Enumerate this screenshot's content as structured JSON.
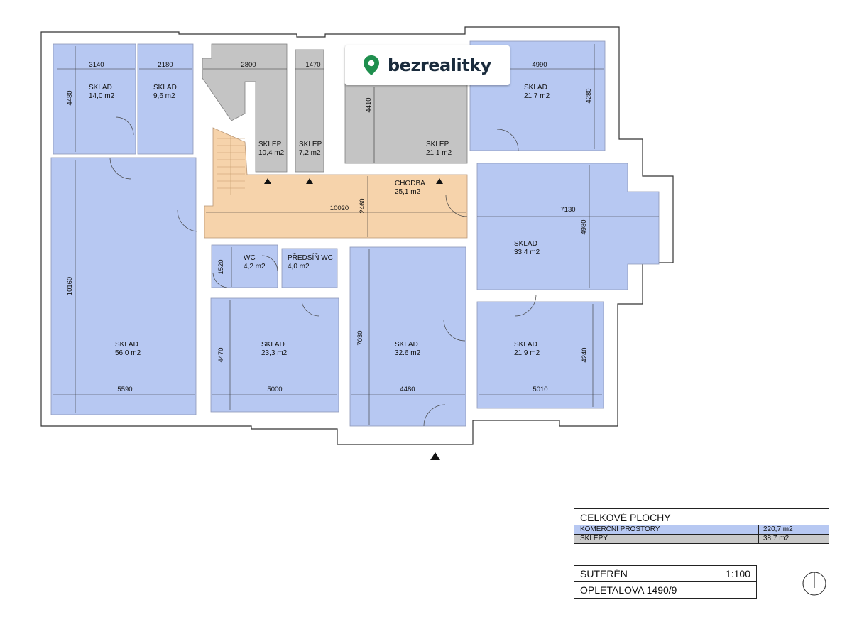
{
  "brand": {
    "name": "bezrealitky",
    "color": "#1f8f4e",
    "icon": "map-pin-icon"
  },
  "colors": {
    "storage": "#b7c8f2",
    "cellar": "#c4c4c4",
    "corridor": "#f6d3ab",
    "wall": "#ffffff"
  },
  "rooms": {
    "sklad_a": {
      "name": "SKLAD",
      "area": "14,0 m2"
    },
    "sklad_b": {
      "name": "SKLAD",
      "area": "9,6 m2"
    },
    "sklep_a": {
      "name": "SKLEP",
      "area": "10,4 m2"
    },
    "sklep_b": {
      "name": "SKLEP",
      "area": "7,2 m2"
    },
    "sklep_c": {
      "name": "SKLEP",
      "area": "21,1 m2"
    },
    "sklad_c": {
      "name": "SKLAD",
      "area": "21,7 m2"
    },
    "chodba": {
      "name": "CHODBA",
      "area": "25,1 m2"
    },
    "sklad_d": {
      "name": "SKLAD",
      "area": "33,4 m2"
    },
    "wc": {
      "name": "WC",
      "area": "4,2 m2"
    },
    "predsin": {
      "name": "PŘEDSÍŇ WC",
      "area": "4,0 m2"
    },
    "sklad_big": {
      "name": "SKLAD",
      "area": "56,0 m2"
    },
    "sklad_e": {
      "name": "SKLAD",
      "area": "23,3 m2"
    },
    "sklad_f": {
      "name": "SKLAD",
      "area": "32.6 m2"
    },
    "sklad_g": {
      "name": "SKLAD",
      "area": "21.9 m2"
    }
  },
  "dimensions": {
    "d3140": "3140",
    "d2180": "2180",
    "d2800": "2800",
    "d1470": "1470",
    "d4990": "4990",
    "d4480a": "4480",
    "d4410": "4410",
    "d4280": "4280",
    "d10020": "10020",
    "d2460": "2460",
    "d7130": "7130",
    "d4980": "4980",
    "d10160": "10160",
    "d1520": "1520",
    "d7030": "7030",
    "d4470": "4470",
    "d4240": "4240",
    "d5590": "5590",
    "d5000": "5000",
    "d4480b": "4480",
    "d5010": "5010"
  },
  "totals": {
    "title": "CELKOVÉ PLOCHY",
    "rows": [
      {
        "label": "KOMERČNÍ PROSTORY",
        "value": "220,7 m2"
      },
      {
        "label": "SKLEPY",
        "value": "38,7 m2"
      }
    ]
  },
  "info": {
    "floor": "SUTERÉN",
    "scale": "1:100",
    "address": "OPLETALOVA 1490/9"
  }
}
